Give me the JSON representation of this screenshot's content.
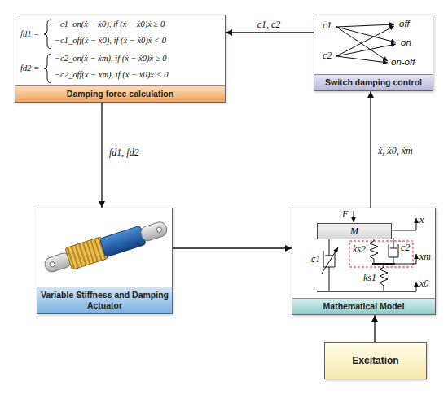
{
  "diagram": {
    "nodes": [
      {
        "text": [
          "Damping force calculation"
        ]
      },
      {
        "text": [
          "Switch damping control"
        ]
      },
      {
        "text": [
          "Variable Stiffness and Damping Actuator"
        ]
      },
      {
        "text": [
          "Mathematical Model"
        ]
      },
      {
        "text": [
          "M"
        ],
        "in": 3
      },
      {
        "text": [
          "Excitation"
        ]
      }
    ],
    "edges": [
      {
        "from": 1,
        "to": 0,
        "label": "c1, c2",
        "arrow": "to"
      },
      {
        "from": 0,
        "to": 2,
        "label": "fd1, fd2",
        "arrow": "to"
      },
      {
        "from": 2,
        "to": 3,
        "arrow": "to"
      },
      {
        "from": 5,
        "to": 3,
        "arrow": "to"
      },
      {
        "from": 3,
        "to": 1,
        "label": "ẋ, ẋ0, ẋm",
        "arrow": "to"
      }
    ],
    "labels": [
      "fd1 =",
      "−c1_on(ẋ − ẋ0), if (ẋ − ẋ0)ẋ ≥ 0",
      "−c1_off(ẋ − ẋ0), if (ẋ − ẋ0)ẋ < 0",
      "fd2 =",
      "−c2_on(ẋ − ẋm), if (ẋ − ẋ0)ẋ ≥ 0",
      "−c2_off(ẋ − ẋm), if (ẋ − ẋ0)ẋ < 0",
      "c1",
      "c2",
      "off",
      "on",
      "on-off",
      "F",
      "x",
      "xm",
      "x0",
      "c1",
      "ks2",
      "c2",
      "ks1"
    ]
  }
}
